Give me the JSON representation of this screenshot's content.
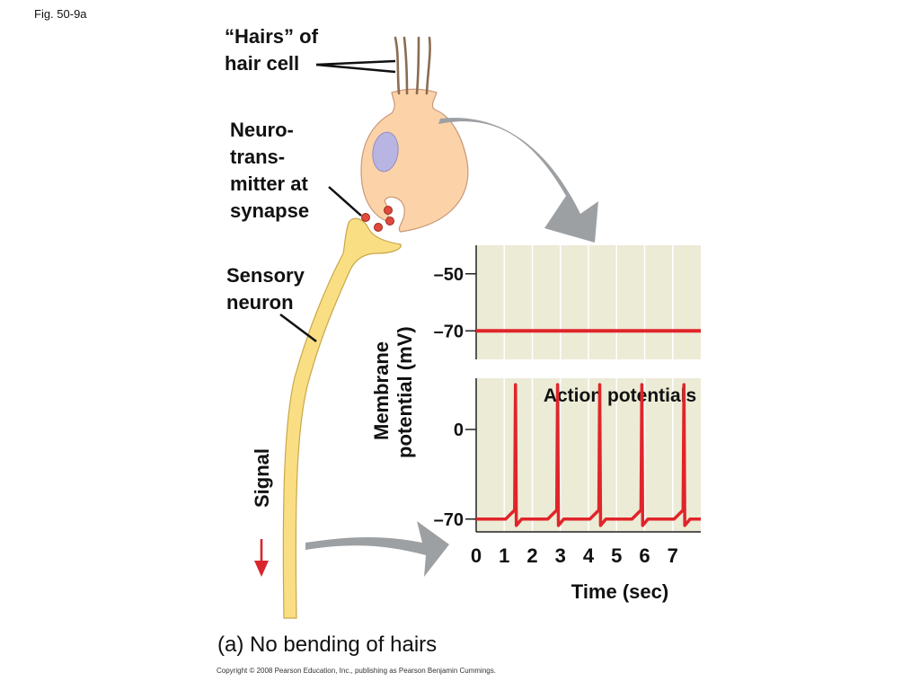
{
  "figure_label": "Fig. 50-9a",
  "labels": {
    "hairs": "“Hairs” of\nhair cell",
    "neurotransmitter": "Neuro-\ntrans-\nmitter at\nsynapse",
    "sensory_neuron": "Sensory\nneuron",
    "signal": "Signal",
    "membrane_axis": [
      "Membrane",
      "potential (mV)"
    ]
  },
  "caption": "(a) No bending of hairs",
  "copyright": "Copyright © 2008 Pearson Education, Inc., publishing as Pearson Benjamin Cummings.",
  "colors": {
    "cell_fill": "#fcd3a8",
    "nucleus": "#b8b5e2",
    "neuron_fill": "#f9de84",
    "vesicle": "#e04a3b",
    "trace": "#e0252a",
    "plot_bg": "#ecebd6",
    "arrow_gray": "#9da0a3"
  },
  "chart_data": [
    {
      "type": "line",
      "title": "",
      "ylabel": "Membrane potential (mV)",
      "ylim": [
        -80,
        -40
      ],
      "y_ticks": [
        "–50",
        "–70"
      ],
      "y_tick_values": [
        -50,
        -70
      ],
      "series": [
        {
          "x": [
            0,
            8
          ],
          "y": [
            -70,
            -70
          ]
        }
      ]
    },
    {
      "type": "line",
      "title": "Action potentials",
      "xlabel": "Time (sec)",
      "ylabel": "Membrane potential (mV)",
      "xlim": [
        0,
        8
      ],
      "ylim": [
        -80,
        40
      ],
      "x_ticks": [
        "0",
        "1",
        "2",
        "3",
        "4",
        "5",
        "6",
        "7"
      ],
      "x_tick_values": [
        0,
        1,
        2,
        3,
        4,
        5,
        6,
        7
      ],
      "y_ticks": [
        "0",
        "–70"
      ],
      "y_tick_values": [
        0,
        -70
      ],
      "spike_times": [
        1.4,
        2.9,
        4.4,
        5.9,
        7.4
      ],
      "resting_potential": -70,
      "spike_peak": 35,
      "undershoot": -75
    }
  ]
}
